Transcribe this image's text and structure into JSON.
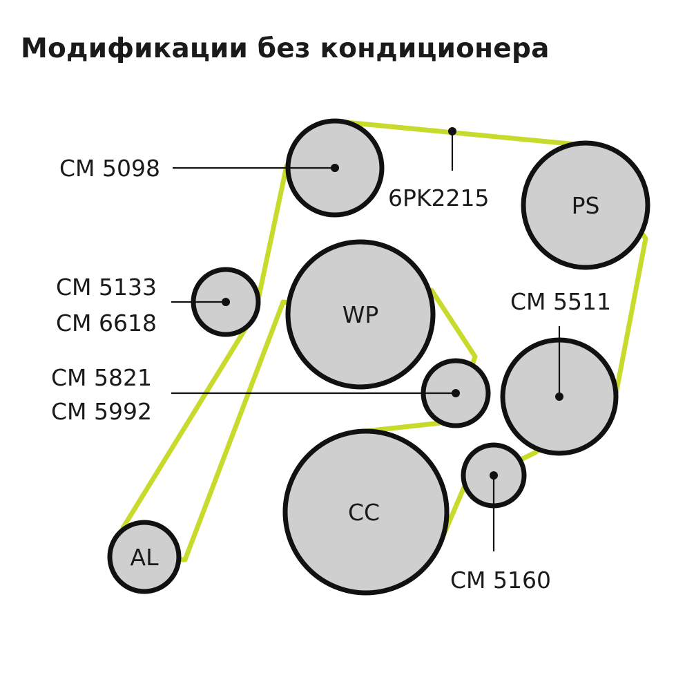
{
  "title": "Модификации без кондиционера",
  "colors": {
    "belt": "#c8db2d",
    "pulley_fill": "#cfcfcf",
    "outline": "#111111",
    "text": "#1a1a1a"
  },
  "belt": {
    "code": "6PK2215"
  },
  "pulleys": {
    "idler_top": {
      "label": ""
    },
    "ps": {
      "label": "PS"
    },
    "tensioner_left": {
      "label": ""
    },
    "wp": {
      "label": "WP"
    },
    "idler_mid": {
      "label": ""
    },
    "tensioner_right": {
      "label": ""
    },
    "idler_bottom": {
      "label": ""
    },
    "cc": {
      "label": "CC"
    },
    "al": {
      "label": "AL"
    }
  },
  "callouts": {
    "cm5098": "CM 5098",
    "cm5133": "CM 5133",
    "cm6618": "CM 6618",
    "cm5821": "CM 5821",
    "cm5992": "CM 5992",
    "cm5511": "CM 5511",
    "cm5160": "CM 5160"
  }
}
